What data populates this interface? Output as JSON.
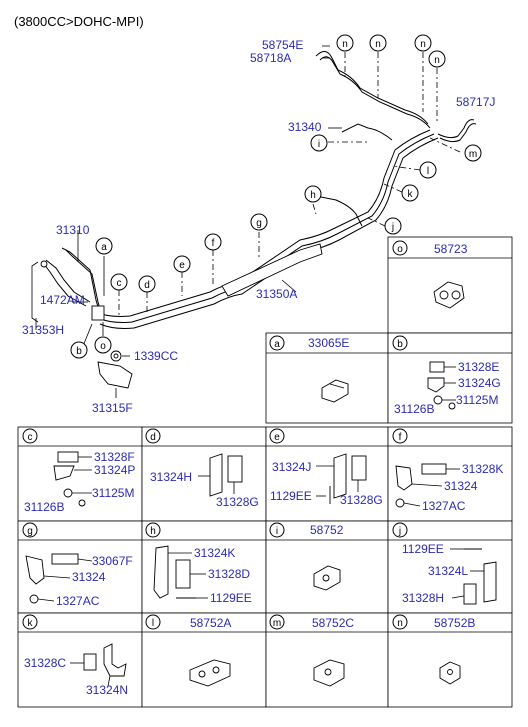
{
  "header": {
    "title": "(3800CC>DOHC-MPI)"
  },
  "main_labels": {
    "p58754E": "58754E",
    "p58718A": "58718A",
    "p58717J": "58717J",
    "p31340": "31340",
    "p31310": "31310",
    "p1472AM": "1472AM",
    "p31353H": "31353H",
    "p31350A": "31350A",
    "p1339CC": "1339CC",
    "p31315F": "31315F"
  },
  "callouts": {
    "a": "a",
    "b": "b",
    "c": "c",
    "d": "d",
    "e": "e",
    "f": "f",
    "g": "g",
    "h": "h",
    "i": "i",
    "j": "j",
    "k": "k",
    "l": "l",
    "m": "m",
    "n": "n",
    "o": "o"
  },
  "cells": {
    "o": {
      "letter": "o",
      "part": "58723"
    },
    "a": {
      "letter": "a",
      "part": "33065E"
    },
    "b": {
      "letter": "b",
      "labels": [
        "31328E",
        "31324G",
        "31125M",
        "31126B"
      ]
    },
    "c": {
      "letter": "c",
      "labels": [
        "31328F",
        "31324P",
        "31125M",
        "31126B"
      ]
    },
    "d": {
      "letter": "d",
      "labels": [
        "31324H",
        "31328G"
      ]
    },
    "e": {
      "letter": "e",
      "labels": [
        "31324J",
        "1129EE",
        "31328G"
      ]
    },
    "f": {
      "letter": "f",
      "labels": [
        "31328K",
        "31324",
        "1327AC"
      ]
    },
    "g": {
      "letter": "g",
      "labels": [
        "33067F",
        "31324",
        "1327AC"
      ]
    },
    "h": {
      "letter": "h",
      "labels": [
        "31324K",
        "31328D",
        "1129EE"
      ]
    },
    "i": {
      "letter": "i",
      "part": "58752"
    },
    "j": {
      "letter": "j",
      "labels": [
        "1129EE",
        "31324L",
        "31328H"
      ]
    },
    "k": {
      "letter": "k",
      "labels": [
        "31328C",
        "31324N"
      ]
    },
    "l": {
      "letter": "l",
      "part": "58752A"
    },
    "m": {
      "letter": "m",
      "part": "58752C"
    },
    "n": {
      "letter": "n",
      "part": "58752B"
    }
  }
}
